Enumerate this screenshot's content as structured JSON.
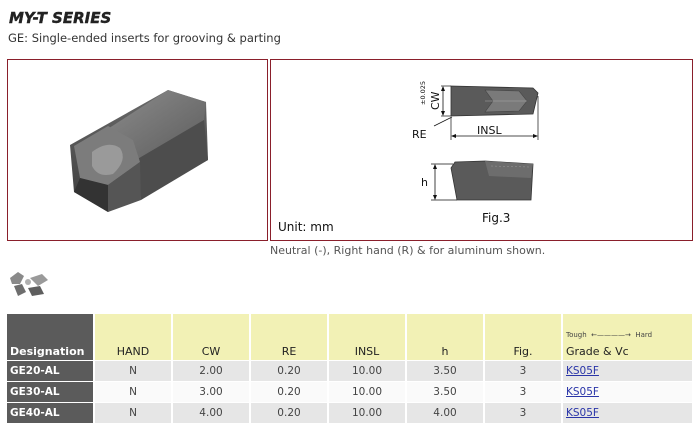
{
  "header": {
    "series_logo": "MY-T SERIES",
    "subtitle": "GE: Single-ended inserts for grooving & parting"
  },
  "figure": {
    "unit_label": "Unit: mm",
    "figure_label": "Fig.3",
    "dimension_labels": {
      "cw": "CW",
      "cw_tolerance": "±0.025",
      "re": "RE",
      "insl": "INSL",
      "h": "h"
    }
  },
  "caption": "Neutral (-), Right hand (R) & for aluminum shown.",
  "table": {
    "columns": [
      "Designation",
      "HAND",
      "CW",
      "RE",
      "INSL",
      "h",
      "Fig.",
      "Grade & Vc"
    ],
    "grade_scale": {
      "tough": "Tough",
      "hard": "Hard"
    },
    "rows": [
      {
        "designation": "GE20-AL",
        "hand": "N",
        "cw": "2.00",
        "re": "0.20",
        "insl": "10.00",
        "h": "3.50",
        "fig": "3",
        "grade": "KS05F"
      },
      {
        "designation": "GE30-AL",
        "hand": "N",
        "cw": "3.00",
        "re": "0.20",
        "insl": "10.00",
        "h": "3.50",
        "fig": "3",
        "grade": "KS05F"
      },
      {
        "designation": "GE40-AL",
        "hand": "N",
        "cw": "4.00",
        "re": "0.20",
        "insl": "10.00",
        "h": "4.00",
        "fig": "3",
        "grade": "KS05F"
      }
    ]
  },
  "colors": {
    "panel_border": "#8a1f2b",
    "header_fill": "#f2f1b5",
    "designation_fill": "#5b5b5b",
    "grade_link": "#2a35a8"
  }
}
